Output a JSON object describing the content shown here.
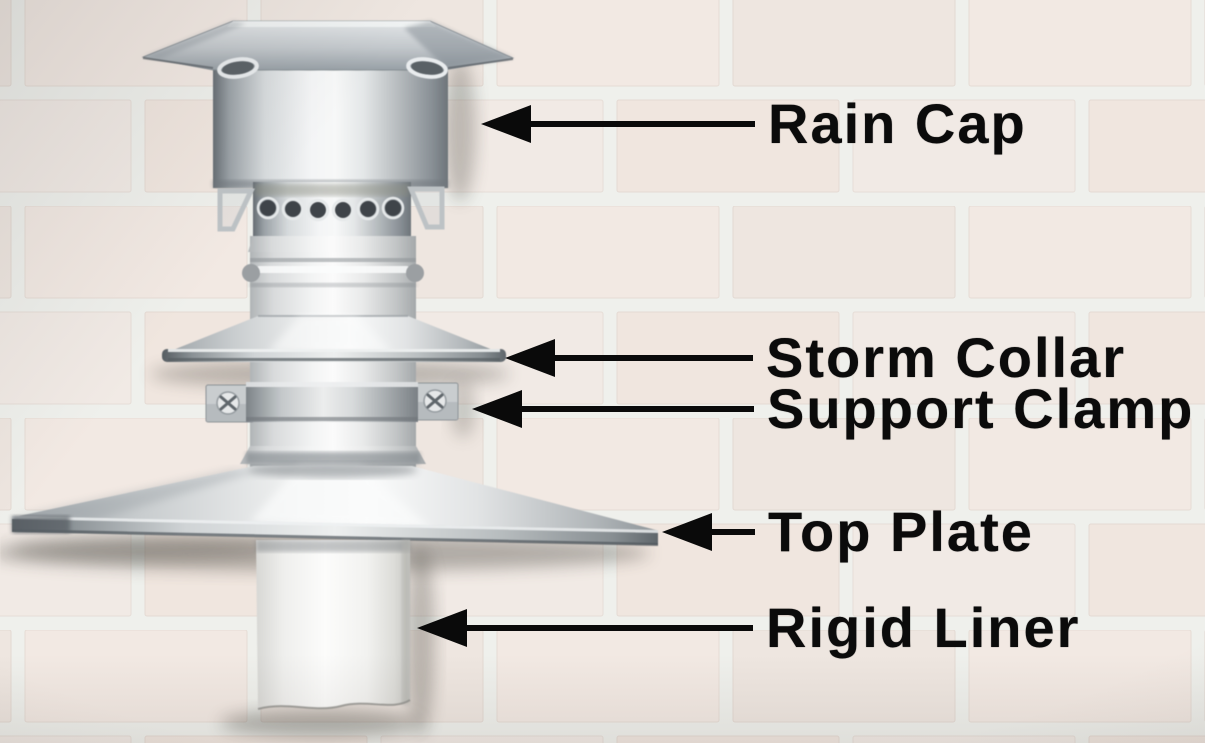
{
  "diagram": {
    "callouts": [
      {
        "id": "rain-cap",
        "label": "Rain Cap"
      },
      {
        "id": "storm-collar",
        "label": "Storm Collar"
      },
      {
        "id": "support-clamp",
        "label": "Support Clamp"
      },
      {
        "id": "top-plate",
        "label": "Top Plate"
      },
      {
        "id": "rigid-liner",
        "label": "Rigid Liner"
      }
    ],
    "icons": {
      "arrow": "left-arrow"
    },
    "colors": {
      "label_text": "#0b0b0b",
      "arrow": "#0a0a0a",
      "brick": "#f1e8e2",
      "mortar": "#eff0ec",
      "metal_highlight": "#f6f7f7",
      "metal_shadow": "#6e757a",
      "liner_white": "#fbfbfa"
    }
  }
}
